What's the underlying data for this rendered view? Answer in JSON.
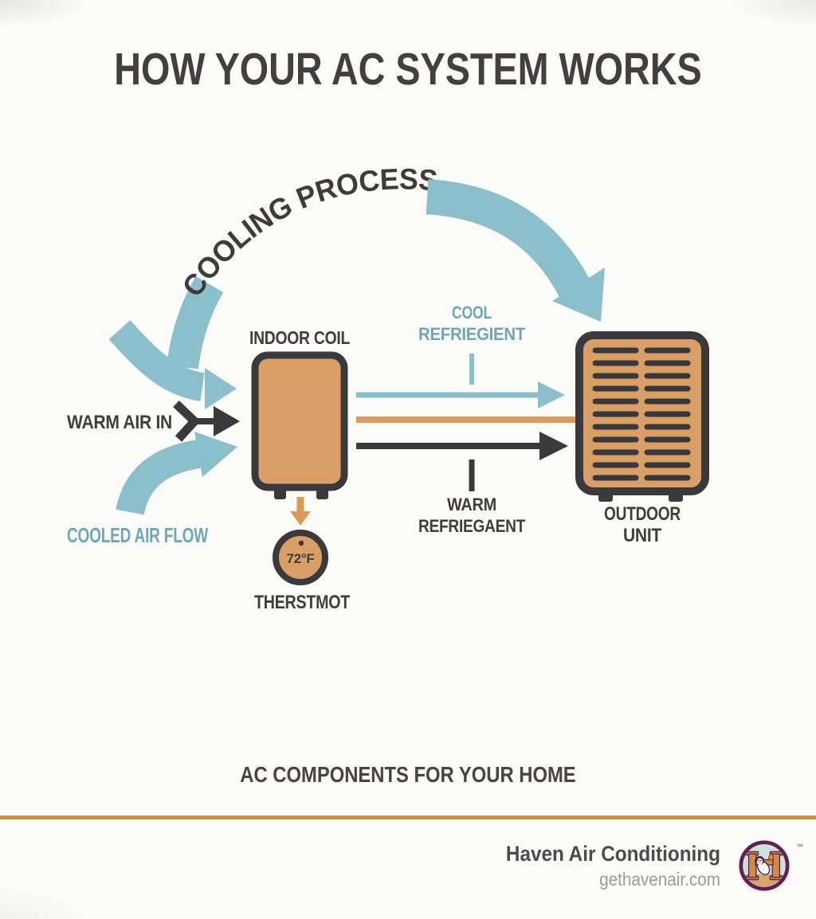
{
  "title": "HOW YOUR AC SYSTEM WORKS",
  "caption": "AC COMPONENTS FOR YOUR HOME",
  "diagram": {
    "process_arc_label": "COOLING PROCESS",
    "indoor_coil_label": "INDOOR COIL",
    "warm_air_in_label": "WARM AIR IN",
    "cooled_air_flow_label": "COOLED AIR FLOW",
    "cool_refrigerant_label_line1": "COOL",
    "cool_refrigerant_label_line2": "REFRIEGIENT",
    "warm_refrigerant_label_line1": "WARM",
    "warm_refrigerant_label_line2": "REFRIEGAENT",
    "outdoor_unit_label_line1": "OUTDOOR",
    "outdoor_unit_label_line2": "UNIT",
    "thermostat_label": "THERSTMOT",
    "thermostat_reading": "72°F"
  },
  "footer": {
    "company": "Haven Air Conditioning",
    "website": "gethavenair.com",
    "trademark": "™"
  },
  "colors": {
    "background": "#fbfbf9",
    "dark": "#3a393b",
    "airflow_blue": "#8cbfcc",
    "teal_text": "#6fa7b8",
    "unit_orange": "#d99f66",
    "refrigerant_orange": "#dd9b5d",
    "thermostat_arrow_orange": "#dc9a58",
    "divider_gold": "#c8923f"
  }
}
